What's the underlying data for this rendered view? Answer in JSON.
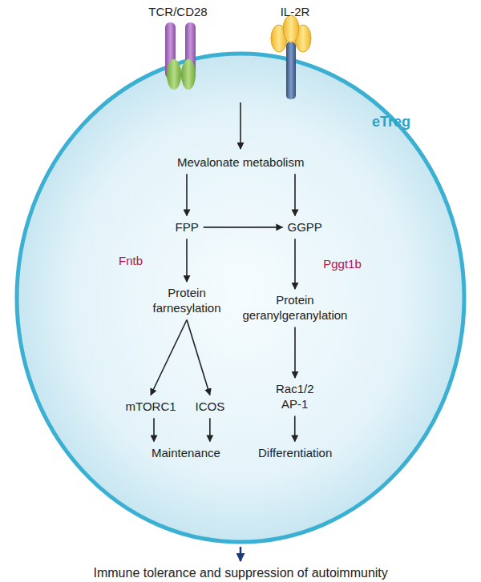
{
  "diagram": {
    "nodes": [
      {
        "text": [
          "eTreg"
        ]
      },
      {
        "text": [
          "Mevalonate metabolism"
        ],
        "in": 0
      },
      {
        "text": [
          "FPP"
        ],
        "in": 0
      },
      {
        "text": [
          "GGPP"
        ],
        "in": 0
      },
      {
        "text": [
          "Protein farnesylation"
        ],
        "in": 0
      },
      {
        "text": [
          "Protein geranylgeranylation"
        ],
        "in": 0
      },
      {
        "text": [
          "mTORC1"
        ],
        "in": 0
      },
      {
        "text": [
          "ICOS"
        ],
        "in": 0
      },
      {
        "text": [
          "Rac1/2 AP-1"
        ],
        "in": 0
      },
      {
        "text": [
          "Maintenance"
        ],
        "in": 0
      },
      {
        "text": [
          "Differentiation"
        ],
        "in": 0
      },
      {
        "text": [
          "Immune tolerance and suppression of autoimmunity"
        ]
      }
    ],
    "edges": [
      {
        "from": 1,
        "to": 2,
        "arrow": "to"
      },
      {
        "from": 1,
        "to": 3,
        "arrow": "to"
      },
      {
        "from": 2,
        "to": 3,
        "arrow": "to"
      },
      {
        "from": 2,
        "to": 4,
        "label": "Fntb",
        "arrow": "to"
      },
      {
        "from": 3,
        "to": 5,
        "label": "Pggt1b",
        "arrow": "to"
      },
      {
        "from": 4,
        "to": 6,
        "arrow": "to"
      },
      {
        "from": 4,
        "to": 7,
        "arrow": "to"
      },
      {
        "from": 5,
        "to": 8,
        "arrow": "to"
      },
      {
        "from": 6,
        "to": 9,
        "arrow": "to"
      },
      {
        "from": 7,
        "to": 9,
        "arrow": "to"
      },
      {
        "from": 8,
        "to": 10,
        "arrow": "to"
      },
      {
        "from": 0,
        "to": 11,
        "arrow": "to"
      }
    ],
    "labels": [
      "TCR/CD28",
      "IL-2R"
    ]
  }
}
